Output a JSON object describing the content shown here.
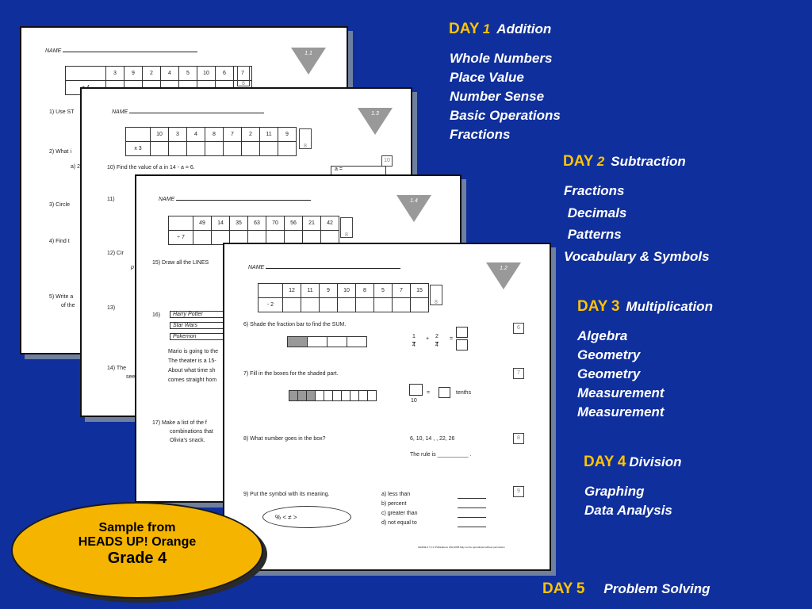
{
  "worksheets": {
    "s11": {
      "badge": "1.1",
      "name": "NAME",
      "grid": [
        "3",
        "9",
        "2",
        "4",
        "5",
        "10",
        "6",
        "7"
      ],
      "op": "+ 4",
      "box": "8",
      "q": [
        "1)   Use ST",
        "2)   What i",
        "a) 2",
        "3)   Circle",
        "4)   Find t",
        "5)   Write a",
        "of the"
      ]
    },
    "s13": {
      "badge": "1.3",
      "name": "NAME",
      "grid": [
        "10",
        "3",
        "4",
        "8",
        "7",
        "2",
        "11",
        "9"
      ],
      "op": "x 3",
      "box": "8",
      "q10num": "10",
      "q10": "10)    Find the value of    a   in  14  -  a  =  6.",
      "a_eq": "a =",
      "q11": "11)",
      "q12": "12)      Cir",
      "q12b": "p",
      "q13": "13)",
      "q14": "14)      The",
      "q14b": "see"
    },
    "s14": {
      "badge": "1.4",
      "name": "NAME",
      "grid": [
        "49",
        "14",
        "35",
        "63",
        "70",
        "56",
        "21",
        "42"
      ],
      "op": "÷ 7",
      "box": "8",
      "q15": "15)    Draw all the LINES",
      "q16": "16)",
      "list": [
        "Harry Potter",
        "Star Wars",
        "Pokemon"
      ],
      "mario": [
        "Mario is going to the",
        "The theater is a 15-",
        "About what time sh",
        "comes straight hom"
      ],
      "q17": "17)     Make a list of the f",
      "q17b": "combinations that",
      "q17c": "Olivia's snack."
    },
    "s12": {
      "badge": "1.2",
      "name": "NAME",
      "grid": [
        "12",
        "11",
        "9",
        "10",
        "8",
        "5",
        "7",
        "15"
      ],
      "op": "- 2",
      "box": "8",
      "q6": "6)     Shade the fraction bar to find the SUM.",
      "q6num": "6",
      "f1n": "1",
      "f1d": "4",
      "plus": "+",
      "f2n": "2",
      "f2d": "4",
      "eq": "=",
      "q7": "7)     Fill in the boxes for the shaded part.",
      "q7num": "7",
      "f3d": "10",
      "tenths": "tenths",
      "q8": "8)     What number goes in the box?",
      "q8num": "8",
      "seq": "6,  10,  14 ,       ,  22,  26",
      "rule": "The rule is __________ .",
      "q9": "9)     Put the symbol with its meaning.",
      "q9num": "9",
      "symbols": "%      <      ≠      >",
      "choices": [
        "a)     less than",
        "b)     percent",
        "c)     greater than",
        "d)     not equal to"
      ],
      "footer": "GRADE 4    © LC Publications USA 2005   May not be reproduced without permission"
    }
  },
  "days": [
    {
      "label": "DAY",
      "num": "1",
      "topic": "Addition",
      "items": [
        "Whole Numbers",
        "Place Value",
        "Number Sense",
        "Basic Operations",
        "Fractions"
      ]
    },
    {
      "label": "DAY",
      "num": "2",
      "topic": "Subtraction",
      "items": [
        "Fractions",
        " Decimals",
        " Patterns",
        "Vocabulary & Symbols"
      ]
    },
    {
      "label": "DAY",
      "num": "3",
      "topic": "Multiplication",
      "items": [
        "Algebra",
        "Geometry",
        "Geometry",
        "Measurement",
        "Measurement"
      ]
    },
    {
      "label": "DAY",
      "num": "4",
      "topic": "Division",
      "items": [
        "Graphing",
        "Data Analysis"
      ]
    },
    {
      "label": "DAY",
      "num": "5",
      "topic": "Problem Solving",
      "items": []
    }
  ],
  "badge": {
    "line1": "Sample from",
    "line2": "HEADS UP! Orange",
    "line3": "Grade 4"
  },
  "colors": {
    "background": "#0f2f9c",
    "accent": "#ffc400",
    "badge": "#f5b400"
  }
}
